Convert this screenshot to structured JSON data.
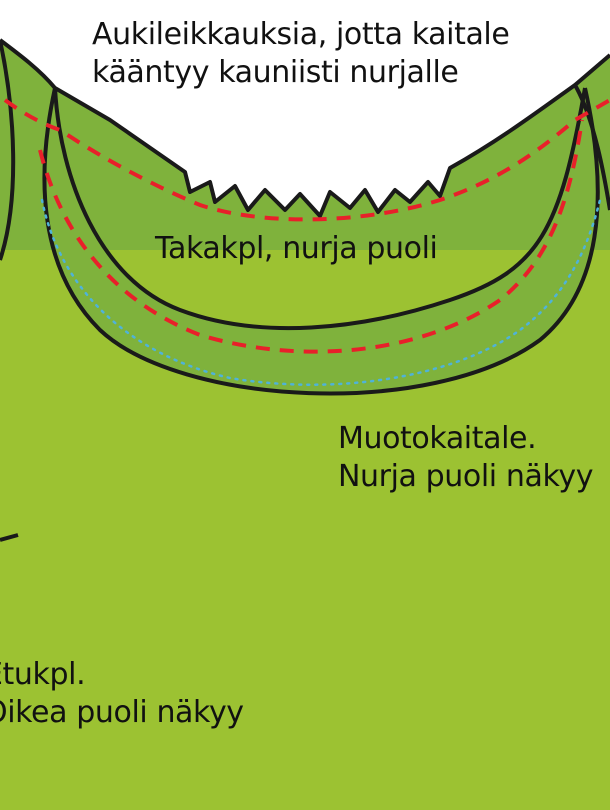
{
  "annotations": {
    "clipping_note": {
      "line1": "Aukileikkauksia, jotta kaitale",
      "line2": "kääntyy kauniisti nurjalle"
    },
    "back_piece": {
      "line1": "Takakpl, nurja puoli"
    },
    "facing": {
      "line1": "Muotokaitale.",
      "line2": "Nurja puoli näkyy"
    },
    "front_piece": {
      "line1": "Etukpl.",
      "line2": "Oikea puoli näkyy"
    }
  },
  "colors": {
    "fabric_right_side": "#9cc232",
    "fabric_wrong_side": "#7fb23c",
    "background": "#ffffff",
    "outline": "#1a1a1a",
    "seam_line": "#e8202a",
    "stitch_line": "#4fb3d9"
  }
}
